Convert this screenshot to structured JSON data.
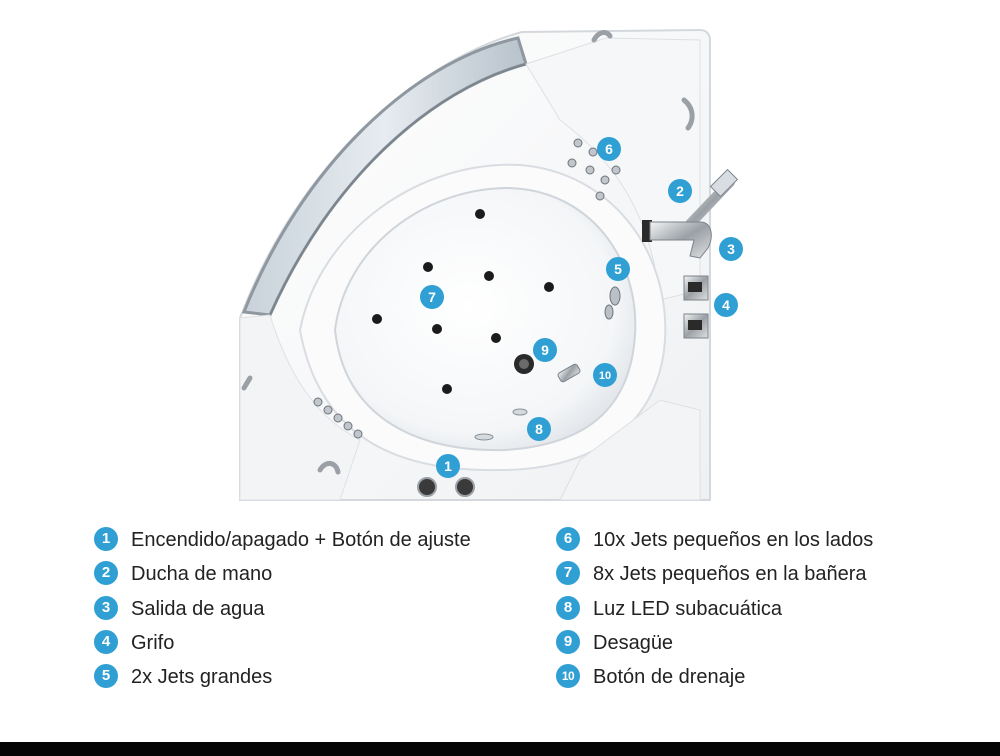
{
  "colors": {
    "accent": "#2f9fd4",
    "label_text": "#222222",
    "bottom_bar": "#050505"
  },
  "markers": [
    "1",
    "2",
    "3",
    "4",
    "5",
    "6",
    "7",
    "8",
    "9",
    "10"
  ],
  "legend": {
    "left": [
      {
        "number": "1",
        "label": "Encendido/apagado + Botón de ajuste"
      },
      {
        "number": "2",
        "label": "Ducha de mano"
      },
      {
        "number": "3",
        "label": "Salida de agua"
      },
      {
        "number": "4",
        "label": "Grifo"
      },
      {
        "number": "5",
        "label": "2x Jets grandes"
      }
    ],
    "right": [
      {
        "number": "6",
        "label": "10x Jets pequeños en los lados"
      },
      {
        "number": "7",
        "label": "8x Jets pequeños en la bañera"
      },
      {
        "number": "8",
        "label": "Luz LED subacuática"
      },
      {
        "number": "9",
        "label": "Desagüe"
      },
      {
        "number": "10",
        "label": "Botón de drenaje"
      }
    ]
  }
}
